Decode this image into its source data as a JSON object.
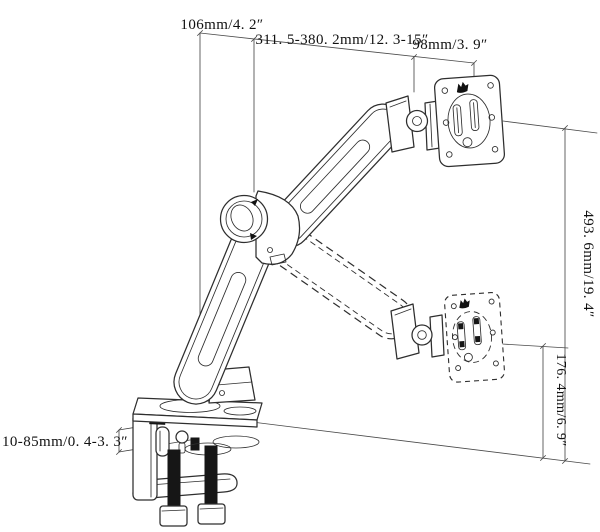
{
  "figure": {
    "title": "Gas-spring monitor desk mount arm — dimension drawing",
    "description": "Technical line drawing, side view. Solid lines show the raised monitor position, dashed lines show the lowered position. A C-clamp base with two screws mounts to the desk edge.",
    "background_color": "#ffffff",
    "line_color": "#2e2e2e",
    "dimension_line_color": "#4a4a4a",
    "text_color": "#111111"
  },
  "dimension_labels": {
    "top_offset": "106mm/4. 2″",
    "arm_extension": "311. 5-380. 2mm/12. 3-15″",
    "head_depth": "98mm/3. 9″",
    "max_height": "493. 6mm/19. 4″",
    "min_height": "176. 4mm/6. 9″",
    "clamp_range": "10-85mm/0. 4-3. 3″"
  }
}
